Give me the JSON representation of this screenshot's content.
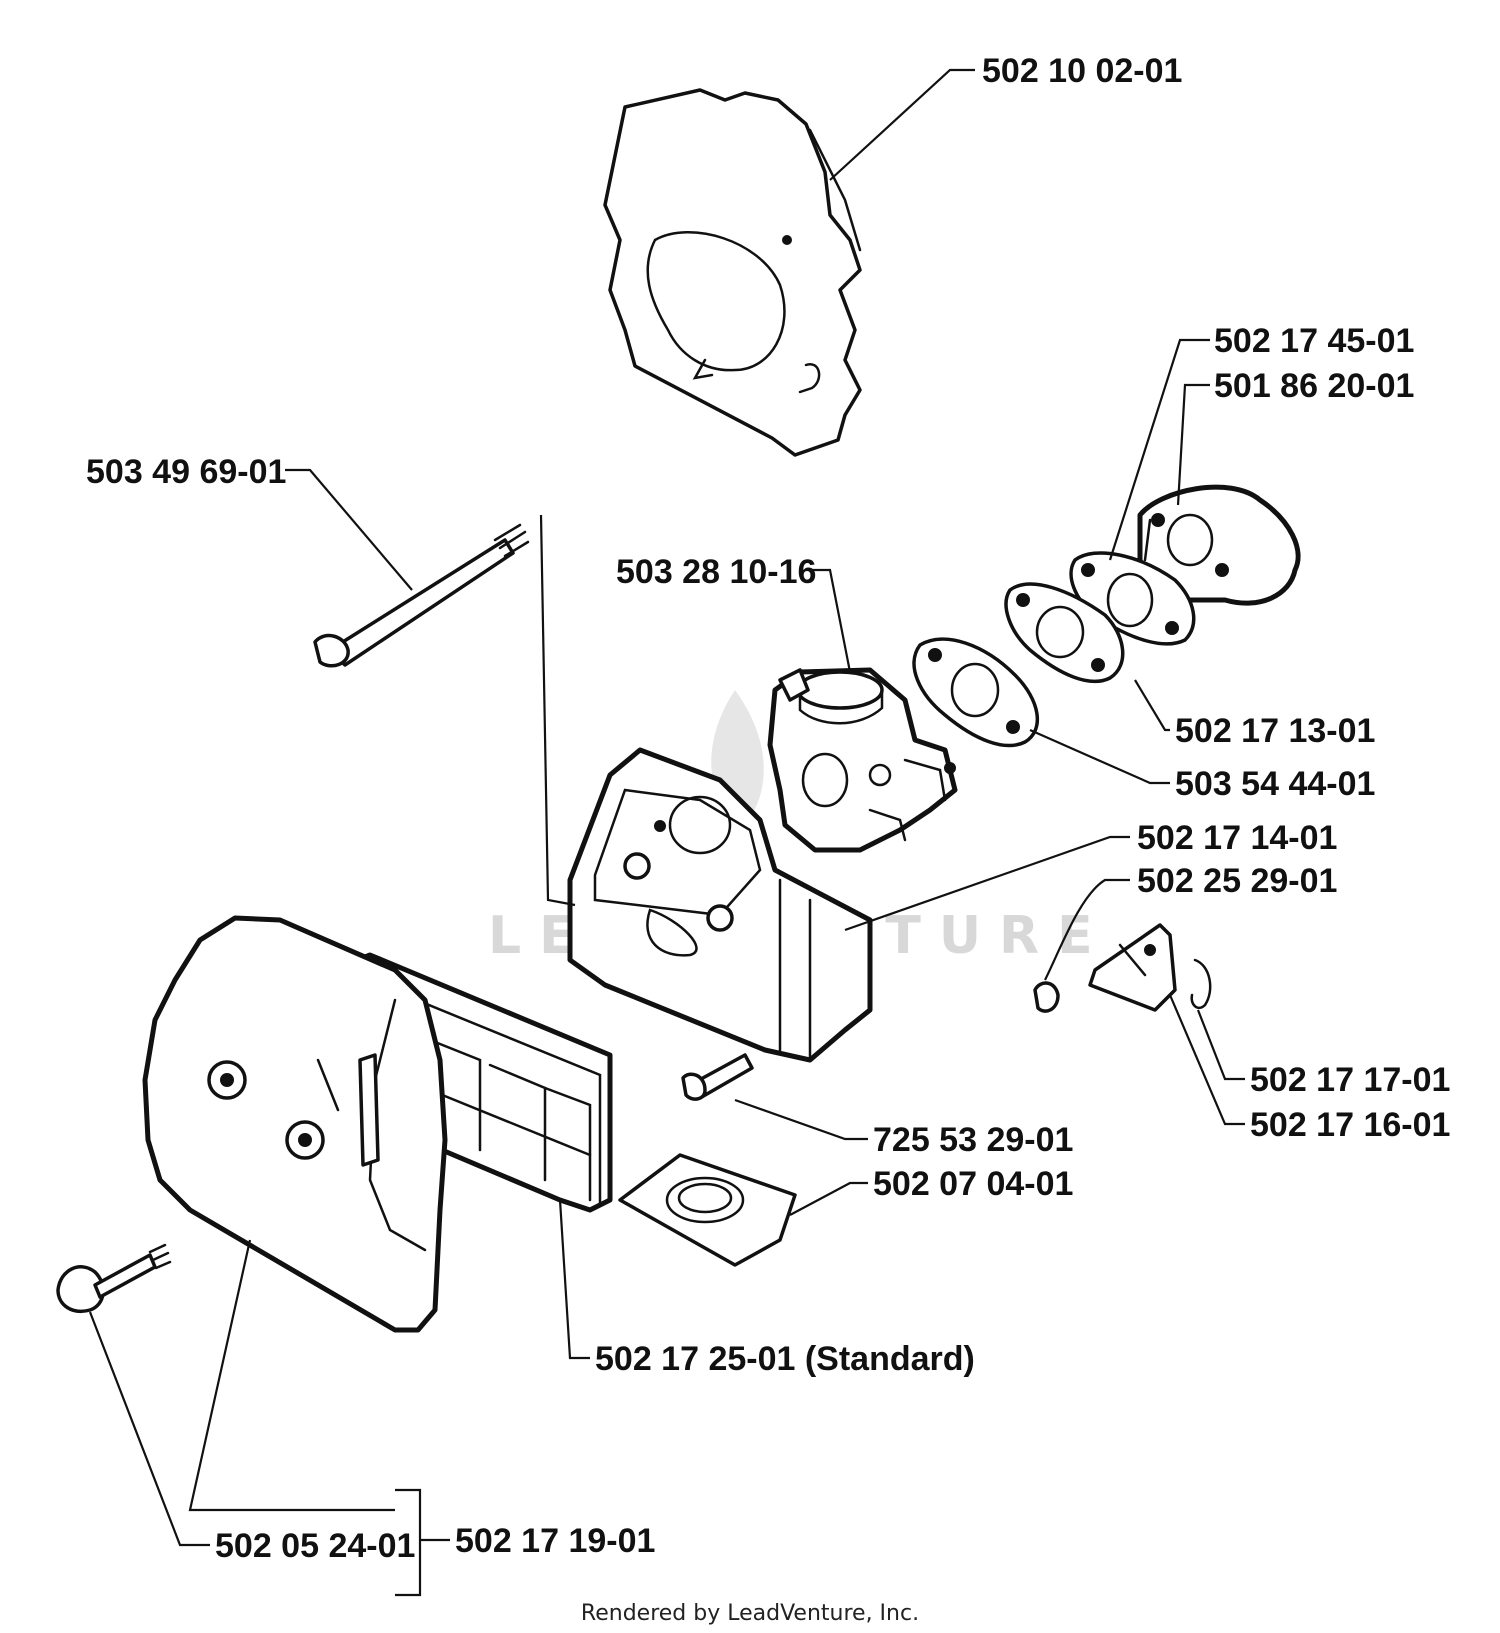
{
  "labels": [
    "502 10 02-01",
    "502 17 45-01",
    "501 86 20-01",
    "503 49 69-01",
    "503 28 10-16",
    "502 17 13-01",
    "503 54 44-01",
    "502 17 14-01",
    "502 25 29-01",
    "502 17 17-01",
    "502 17 16-01",
    "725 53 29-01",
    "502 07 04-01",
    "502 17 25-01 (Standard)",
    "502 05 24-01",
    "502 17 19-01"
  ],
  "watermark": "LEADVENTURE",
  "footer": "Rendered by LeadVenture, Inc."
}
